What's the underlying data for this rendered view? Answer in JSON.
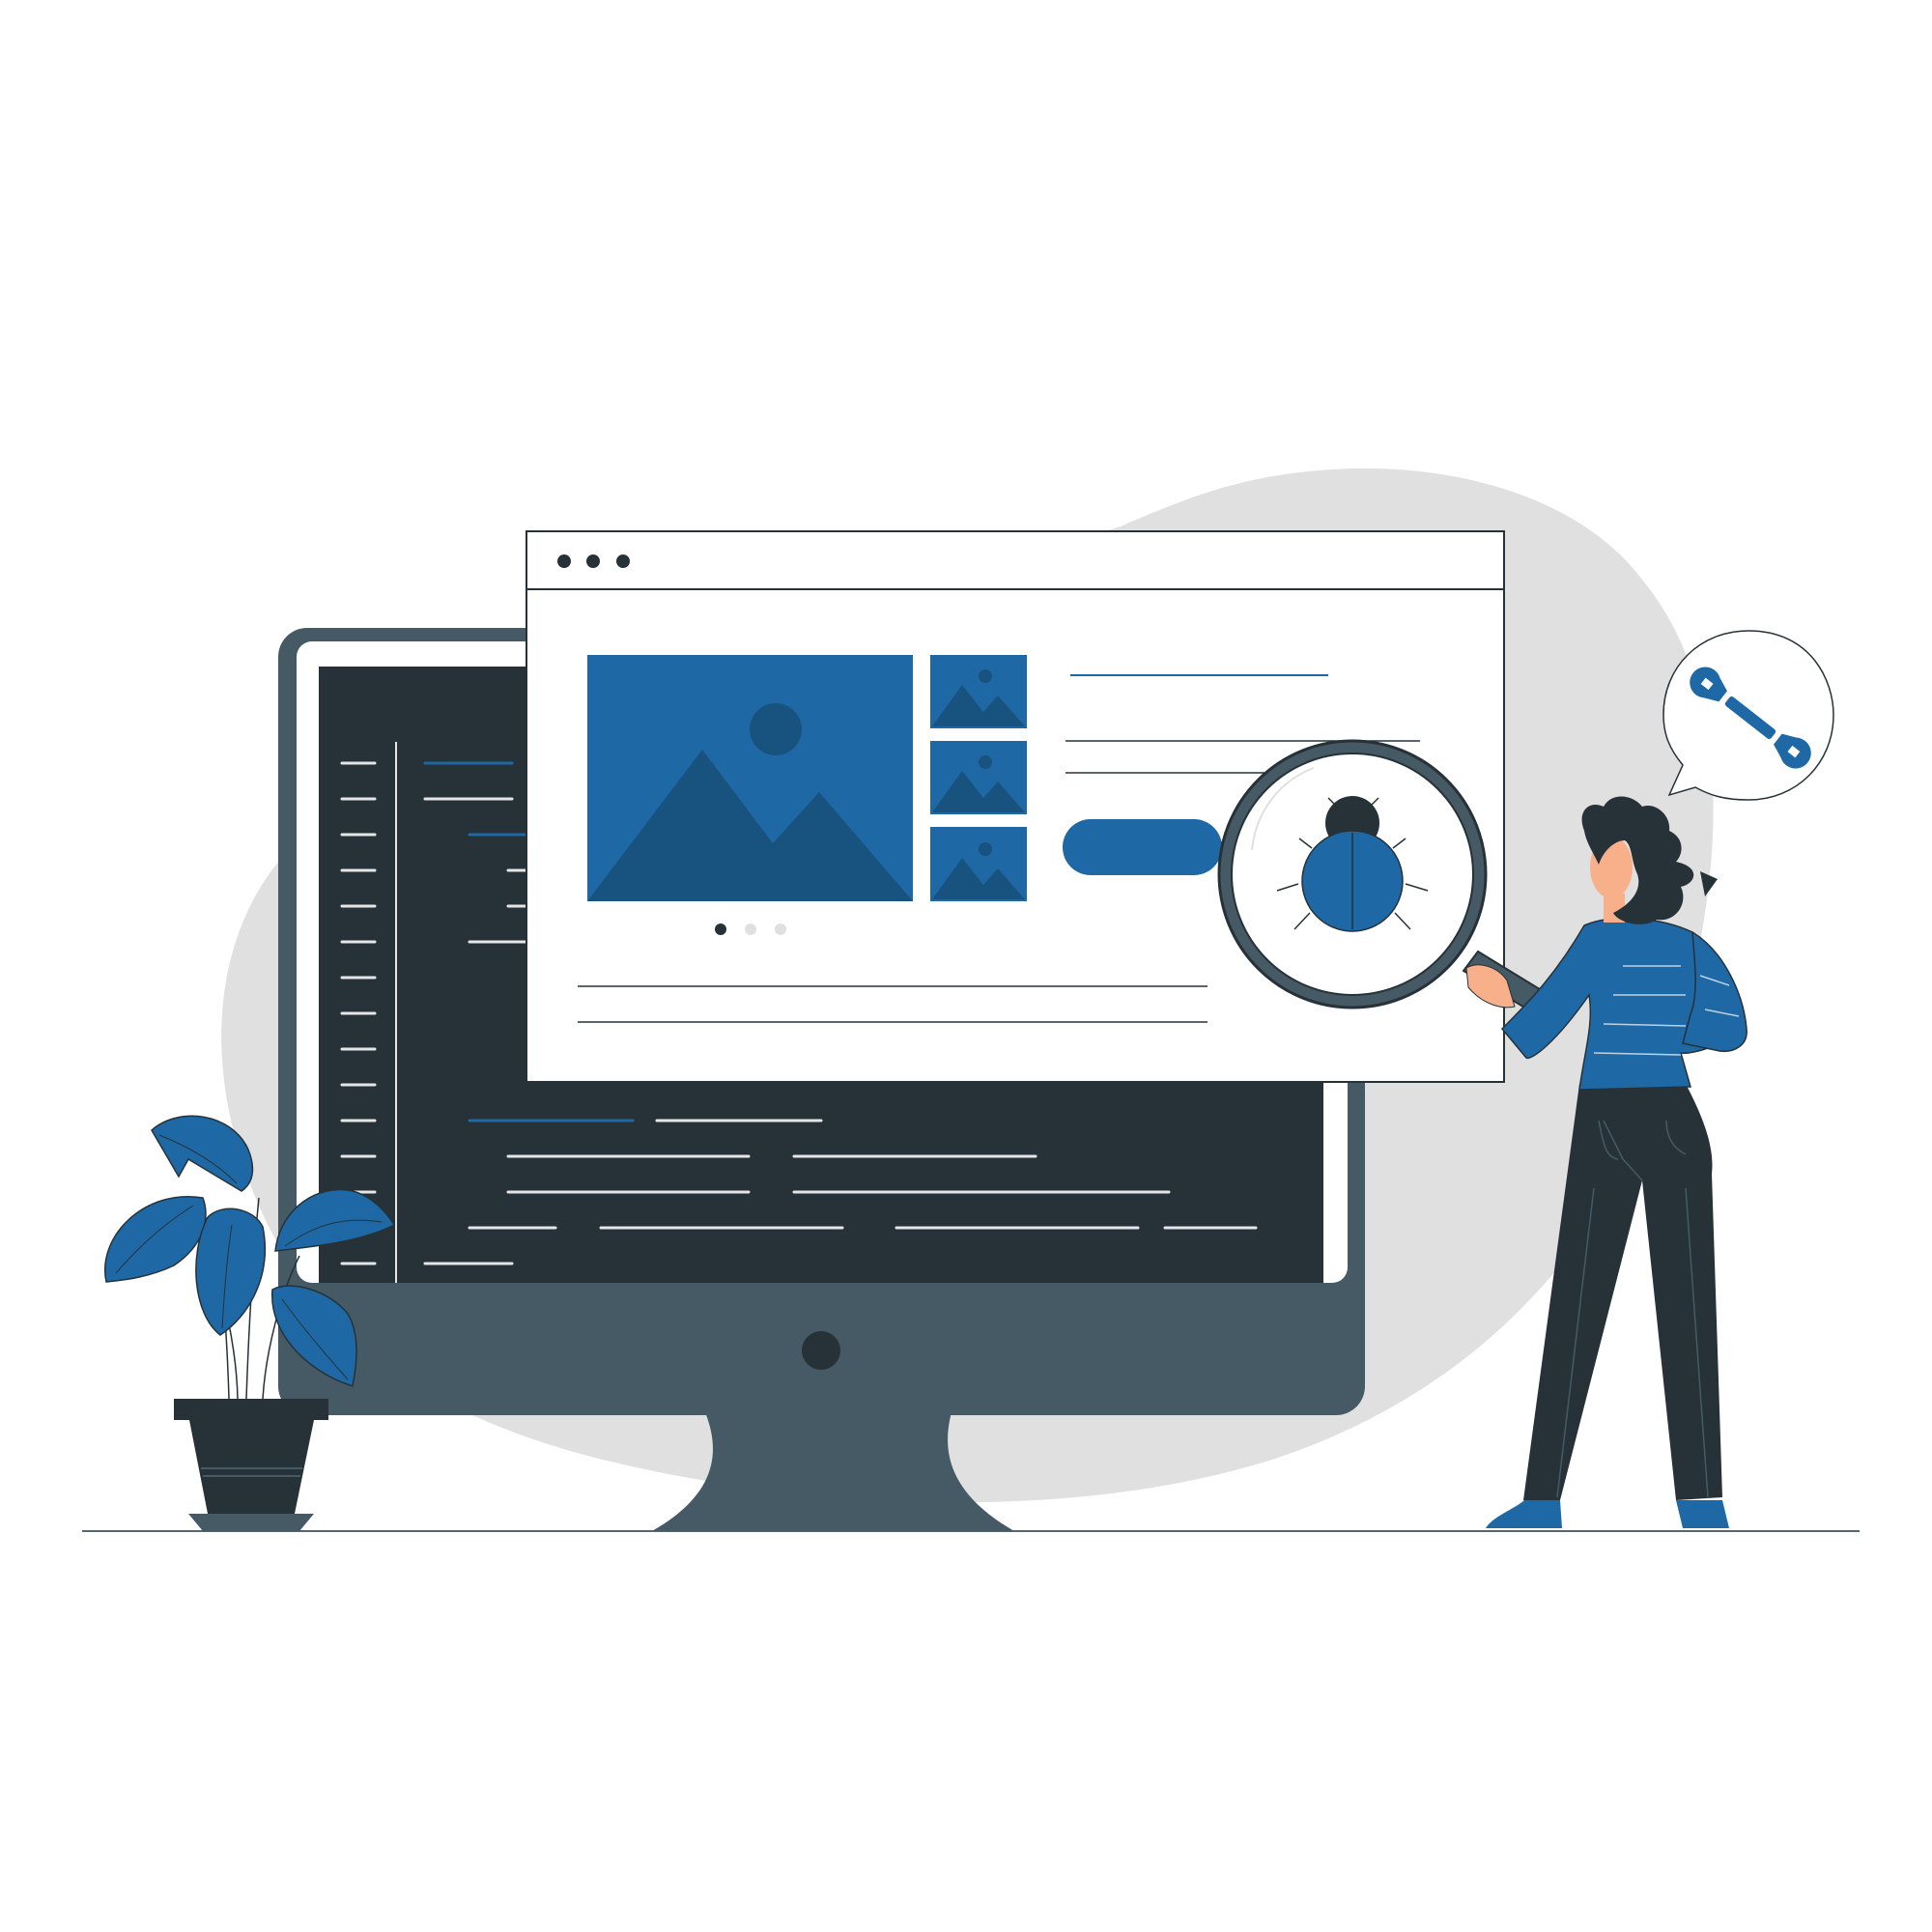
{
  "illustration": {
    "theme": "debugging a web page",
    "colors": {
      "accent": "#1e69a5",
      "accent_dark": "#18527f",
      "dark": "#263238",
      "monitor": "#455a64",
      "blob": "#e0e0e0",
      "white": "#ffffff",
      "code_line": "#e6e6e6",
      "skin": "#f8b08b",
      "hair": "#263238"
    },
    "icons": [
      "window-dots-icon",
      "image-placeholder-icon",
      "bug-icon",
      "magnifying-glass-icon",
      "wrench-icon",
      "plant-icon",
      "monitor-power-icon"
    ],
    "carousel": {
      "dots": 3,
      "active_index": 0
    }
  }
}
